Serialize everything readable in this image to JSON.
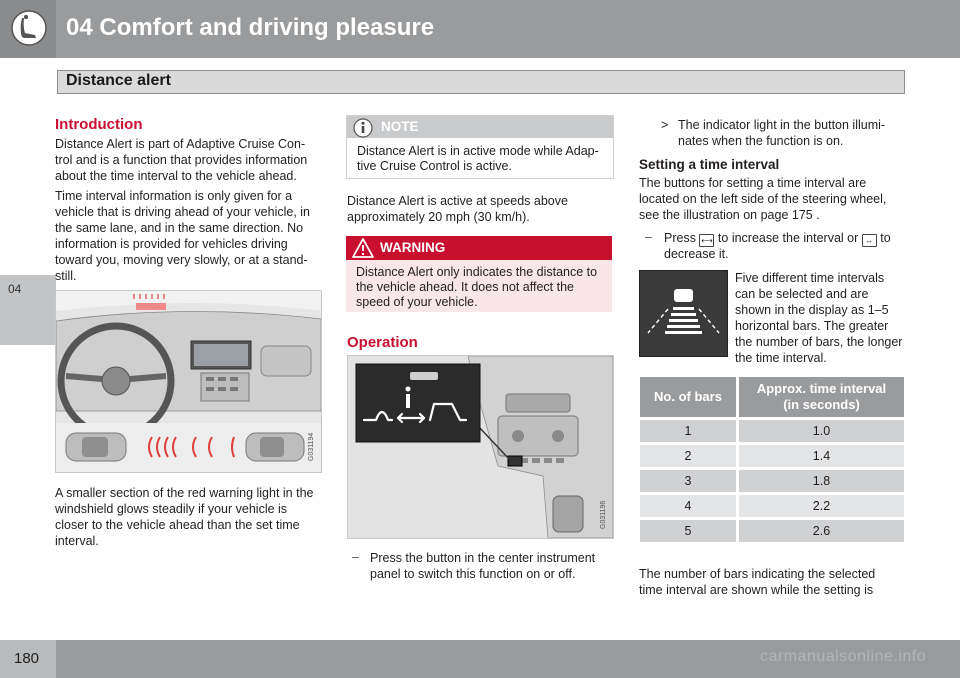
{
  "header": {
    "chapter_title": "04 Comfort and driving pleasure",
    "section_title": "Distance alert",
    "chapter_tab": "04",
    "icon": "car-seat-icon"
  },
  "footer": {
    "page_number": "180",
    "watermark": "carmanualsonline.info"
  },
  "col1": {
    "heading": "Introduction",
    "para1": [
      "Distance Alert is part of Adaptive Cruise Con-",
      "trol and is a function that provides information",
      "about the time interval to the vehicle ahead."
    ],
    "para2": [
      "Time interval information is only given for a",
      "vehicle that is driving ahead of your vehicle, in",
      "the same lane, and in the same direction. No",
      "information is provided for vehicles driving",
      "toward you, moving very slowly, or at a stand-",
      "still."
    ],
    "figure_code": "G031194",
    "para3": [
      "A smaller section of the red warning light in the",
      "windshield glows steadily if your vehicle is",
      "closer to the vehicle ahead than the set time",
      "interval."
    ]
  },
  "col2": {
    "note": {
      "label": "NOTE",
      "lines": [
        "Distance Alert is in active mode while Adap-",
        "tive Cruise Control is active."
      ]
    },
    "para1": [
      "Distance Alert is active at speeds above",
      "approximately 20 mph (30 km/h)."
    ],
    "warning": {
      "label": "WARNING",
      "lines": [
        "Distance Alert only indicates the distance to",
        "the vehicle ahead. It does not affect the",
        "speed of your vehicle."
      ]
    },
    "operation_heading": "Operation",
    "figure_code": "G031196",
    "bullet_dash": "–",
    "bullet": [
      "Press the button in the center instrument",
      "panel to switch this function on or off."
    ]
  },
  "col3": {
    "result_marker": ">",
    "result": [
      "The indicator light in the button illumi-",
      "nates when the function is on."
    ],
    "heading": "Setting a time interval",
    "para1": [
      "The buttons for setting a time interval are",
      "located on the left side of the steering wheel,",
      "see the illustration on page 175 ."
    ],
    "press_dash": "–",
    "press_a": "Press",
    "press_b": "to increase the interval or",
    "press_c": "to",
    "press_line2": "decrease it.",
    "btn_increase": "⟷",
    "btn_decrease": "↔",
    "para2": [
      "Five different time intervals",
      "can be selected and are",
      "shown in the display as 1–5",
      "horizontal bars. The greater",
      "the number of bars, the longer",
      "the time interval."
    ],
    "table": {
      "col1": "No. of bars",
      "col2_line1": "Approx. time interval",
      "col2_line2": "(in seconds)",
      "rows": [
        {
          "bars": "1",
          "seconds": "1.0"
        },
        {
          "bars": "2",
          "seconds": "1.4"
        },
        {
          "bars": "3",
          "seconds": "1.8"
        },
        {
          "bars": "4",
          "seconds": "2.2"
        },
        {
          "bars": "5",
          "seconds": "2.6"
        }
      ]
    },
    "para3": [
      "The number of bars indicating the selected",
      "time interval are shown while the setting is"
    ]
  },
  "colors": {
    "header_gray": "#9a9b9d",
    "accent_red": "#c8102e",
    "warning_bg": "#f8e6e9"
  }
}
